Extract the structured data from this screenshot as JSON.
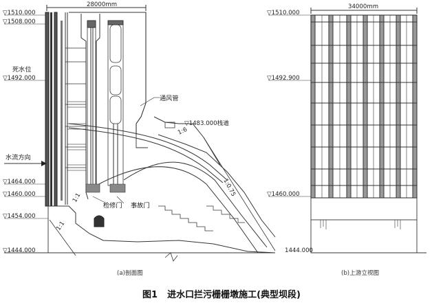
{
  "left_view": {
    "width_dim": "28000mm",
    "elevations": [
      {
        "text": "▽1510.000"
      },
      {
        "text": "▽1508.000"
      },
      {
        "text": "▽1492.000"
      },
      {
        "text": "▽1464.000"
      },
      {
        "text": "▽1460.000"
      },
      {
        "text": "▽1454.000"
      },
      {
        "text": "▽1444.000"
      }
    ],
    "dead_water_level": "死水位",
    "flow_direction": "水流方向",
    "vent_pipe": "通风管",
    "trestle": "▽1483.000栈道",
    "slope_1": "1:6",
    "slope_2": "1:0.75",
    "slope_3": "1:1",
    "slope_4": "1:1",
    "maint_gate": "检修门",
    "emerg_gate": "事故门",
    "caption": "(a)剖面图"
  },
  "right_view": {
    "width_dim": "34000mm",
    "elevations": [
      {
        "text": "▽1510.000"
      },
      {
        "text": "▽1492.900"
      },
      {
        "text": "▽1460.000"
      }
    ],
    "bottom_elev": "1444.000",
    "caption": "(b)上游立视图"
  },
  "figure_caption": {
    "number": "图1",
    "title": "进水口拦污栅栅墩施工(典型坝段)"
  }
}
